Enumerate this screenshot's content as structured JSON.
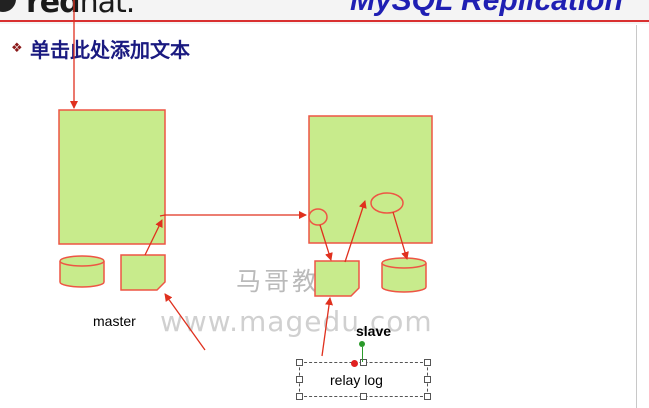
{
  "header": {
    "logo": {
      "icon": "shadowman-icon",
      "text_bold": "red",
      "text_light": "hat."
    },
    "title": "MySQL Replication"
  },
  "bullet": {
    "icon": "diamond-bullet-icon",
    "text": "单击此处添加文本"
  },
  "labels": {
    "master": "master",
    "slave": "slave",
    "relay_log": "relay log"
  },
  "watermark": {
    "cn": "马哥教育",
    "url": "www.magedu.com"
  },
  "colors": {
    "fill": "#c8eb8c",
    "stroke": "#ee5544",
    "arrow": "#e0301e",
    "title": "#1f1fb3",
    "bullet_text": "#1a1a80",
    "rule": "#d93030"
  }
}
